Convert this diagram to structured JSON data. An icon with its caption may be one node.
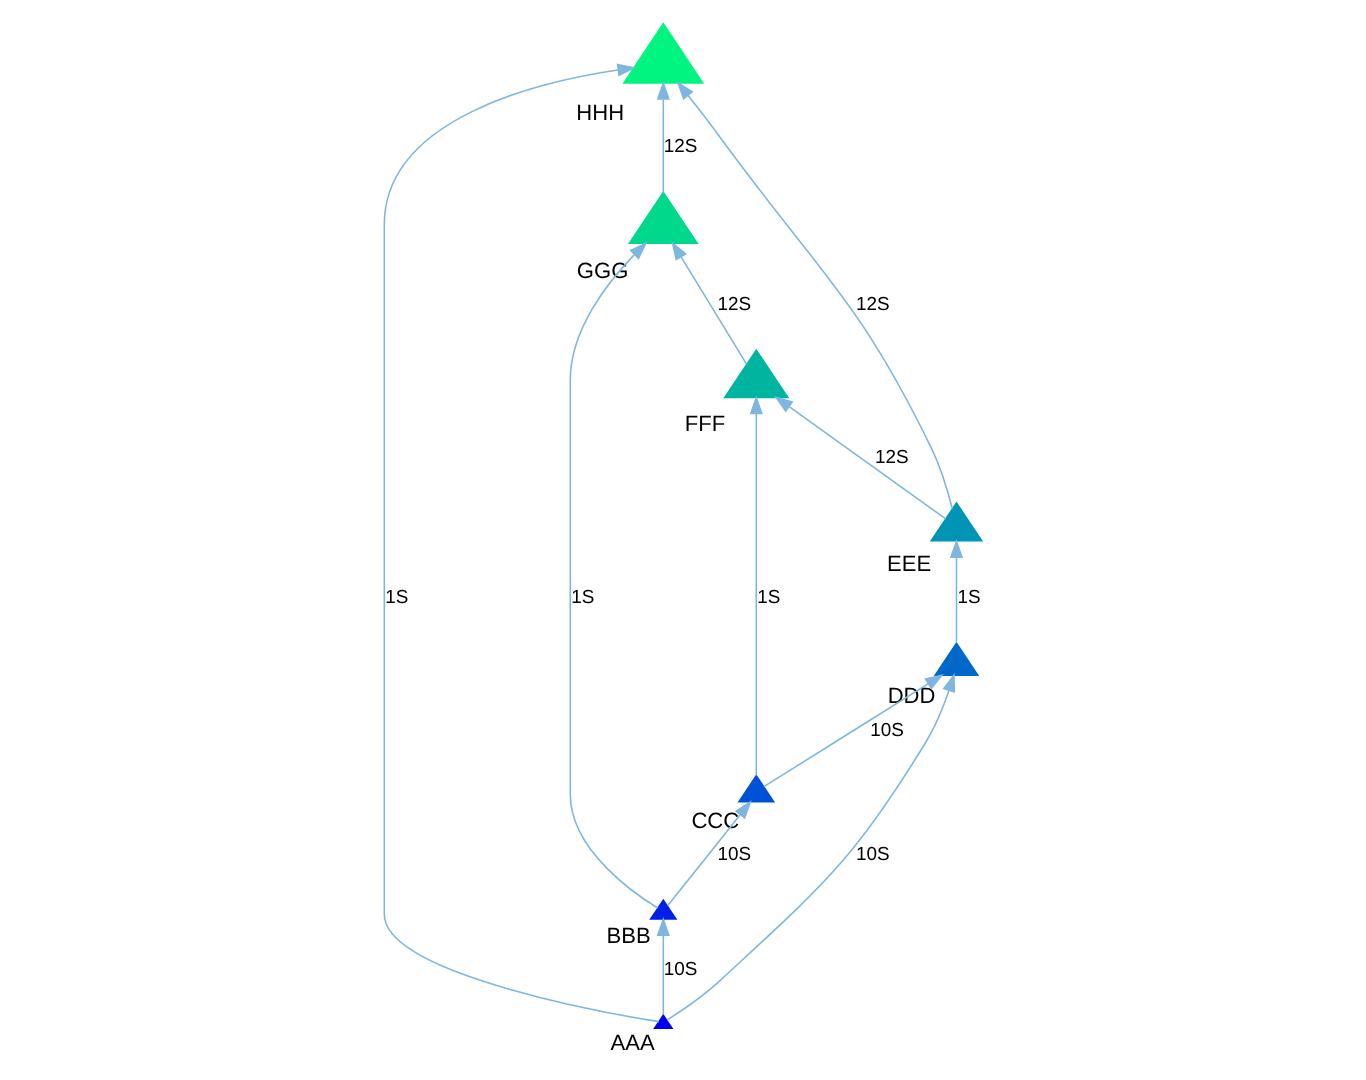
{
  "diagram": {
    "nodes": [
      {
        "text": [
          "FFF"
        ]
      },
      {
        "text": [
          "GGG"
        ]
      },
      {
        "text": [
          "EEE"
        ]
      },
      {
        "text": [
          "CCC"
        ]
      },
      {
        "text": [
          "HHH"
        ]
      },
      {
        "text": [
          "BBB"
        ]
      },
      {
        "text": [
          "DDD"
        ]
      },
      {
        "text": [
          "AAA"
        ]
      }
    ],
    "edges": [
      {
        "from": 3,
        "to": 0,
        "arrow": "to",
        "label": "1S"
      },
      {
        "from": 2,
        "to": 0,
        "arrow": "to",
        "label": "12S"
      },
      {
        "from": 0,
        "to": 1,
        "arrow": "to",
        "label": "12S"
      },
      {
        "from": 2,
        "to": 4,
        "arrow": "to",
        "label": "12S"
      },
      {
        "from": 1,
        "to": 4,
        "arrow": "to",
        "label": "12S"
      },
      {
        "from": 3,
        "to": 6,
        "arrow": "to",
        "label": "10S"
      },
      {
        "from": 6,
        "to": 2,
        "arrow": "to",
        "label": "1S"
      },
      {
        "from": 5,
        "to": 3,
        "arrow": "to",
        "label": "10S"
      },
      {
        "from": 5,
        "to": 1,
        "arrow": "to",
        "label": "1S"
      },
      {
        "from": 7,
        "to": 6,
        "arrow": "to",
        "label": "10S"
      },
      {
        "from": 7,
        "to": 5,
        "arrow": "to",
        "label": "10S"
      },
      {
        "from": 7,
        "to": 4,
        "arrow": "to",
        "label": "1S"
      }
    ]
  }
}
